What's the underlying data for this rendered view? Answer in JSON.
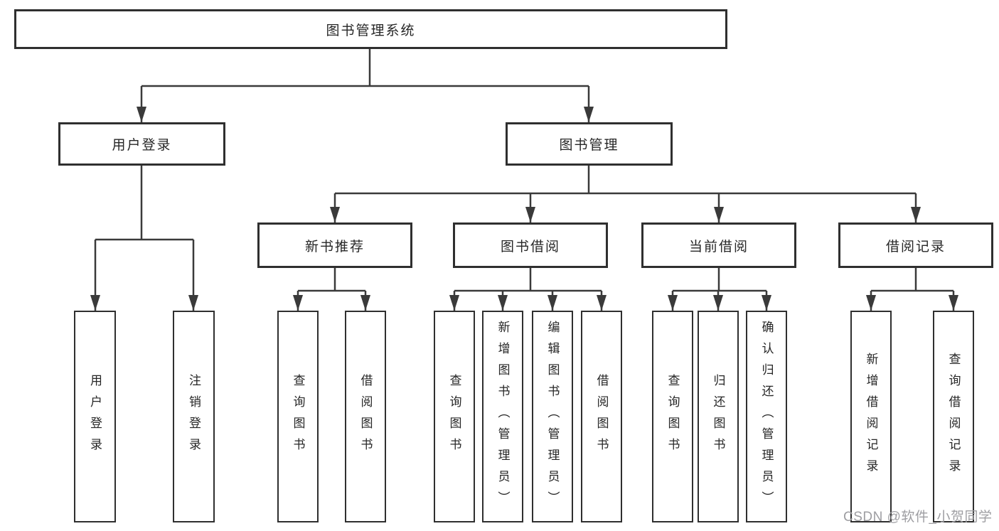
{
  "tree": {
    "root": {
      "label": "图书管理系统"
    },
    "branches": [
      {
        "label": "用户登录",
        "children": [
          {
            "label": "用户登录"
          },
          {
            "label": "注销登录"
          }
        ]
      },
      {
        "label": "图书管理",
        "groups": [
          {
            "label": "新书推荐",
            "children": [
              {
                "label": "查询图书"
              },
              {
                "label": "借阅图书"
              }
            ]
          },
          {
            "label": "图书借阅",
            "children": [
              {
                "label": "查询图书"
              },
              {
                "label": "新增图书（管理员）"
              },
              {
                "label": "编辑图书（管理员）"
              },
              {
                "label": "借阅图书"
              }
            ]
          },
          {
            "label": "当前借阅",
            "children": [
              {
                "label": "查询图书"
              },
              {
                "label": "归还图书"
              },
              {
                "label": "确认归还（管理员）"
              }
            ]
          },
          {
            "label": "借阅记录",
            "children": [
              {
                "label": "新增借阅记录"
              },
              {
                "label": "查询借阅记录"
              }
            ]
          }
        ]
      }
    ]
  },
  "watermark": {
    "text": "CSDN @软件_小贺同学",
    "color": "#9e9ea2"
  },
  "colors": {
    "background": "#ffffff",
    "line": "#3a3a3a",
    "box_border": "#2f2f2f",
    "text": "#262626"
  }
}
